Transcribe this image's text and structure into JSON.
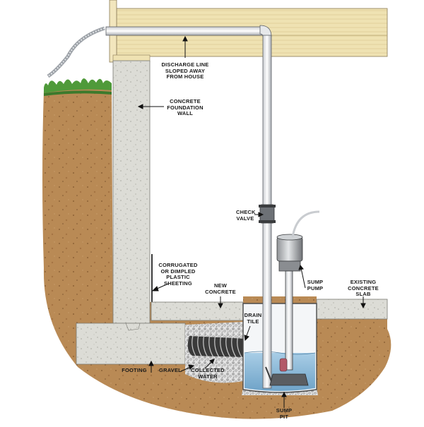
{
  "labels": {
    "discharge_line": "DISCHARGE LINE\nSLOPED AWAY\nFROM HOUSE",
    "foundation_wall": "CONCRETE\nFOUNDATION\nWALL",
    "check_valve": "CHECK\nVALVE",
    "sump_pump": "SUMP\nPUMP",
    "plastic_sheeting": "CORRUGATED\nOR DIMPLED\nPLASTIC\nSHEETING",
    "new_concrete": "NEW\nCONCRETE",
    "existing_slab": "EXISTING\nCONCRETE\nSLAB",
    "drain_tile": "DRAIN\nTILE",
    "footing": "FOOTING",
    "gravel": "GRAVEL",
    "collected_water": "COLLECTED\nWATER",
    "sump_pit": "SUMP\nPIT"
  }
}
